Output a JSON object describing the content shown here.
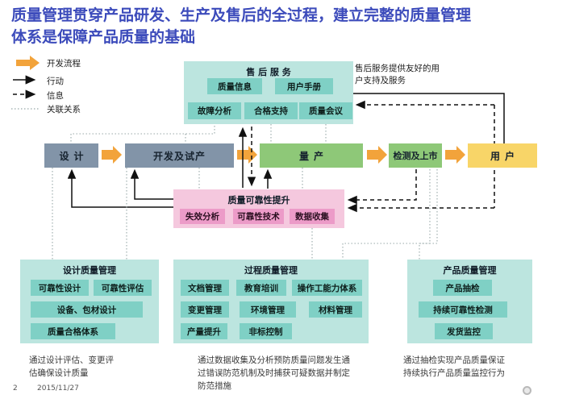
{
  "title": {
    "line1": "质量管理贯穿产品研发、生产及售后的全过程，建立完整的质量管理",
    "line2": "体系是保障产品质量的基础"
  },
  "legend": {
    "flow": "开发流程",
    "action": "行动",
    "info": "信息",
    "relation": "关联关系"
  },
  "after_sales": {
    "title": "售 后 服 务",
    "items": [
      "质量信息",
      "用户手册",
      "故障分析",
      "合格支持",
      "质量会议"
    ],
    "note": "售后服务提供友好的用\n户支持及服务"
  },
  "flow": {
    "stages": [
      "设计",
      "开发及试产",
      "量产",
      "检测及上市",
      "用户"
    ]
  },
  "reliability": {
    "title": "质量可靠性提升",
    "items": [
      "失效分析",
      "可靠性技术",
      "数据收集"
    ]
  },
  "design_qm": {
    "title": "设计质量管理",
    "items": [
      "可靠性设计",
      "可靠性评估",
      "设备、包材设计",
      "质量合格体系"
    ],
    "caption": "通过设计评估、变更评\n估确保设计质量"
  },
  "process_qm": {
    "title": "过程质量管理",
    "items": [
      "文档管理",
      "教育培训",
      "操作工能力体系",
      "变更管理",
      "环境管理",
      "材料管理",
      "产量提升",
      "非标控制"
    ],
    "caption": "通过数据收集及分析预防质量问题发生通\n过错误防范机制及时捕获可疑数据并制定\n防范措施"
  },
  "product_qm": {
    "title": "产品质量管理",
    "items": [
      "产品抽检",
      "持续可靠性检测",
      "发货监控"
    ],
    "caption": "通过抽检实现产品质量保证\n持续执行产品质量监控行为"
  },
  "footer": {
    "page": "2",
    "date": "2015/11/27"
  },
  "colors": {
    "title_blue": "#3c4bbb",
    "teal_box": "#bce5df",
    "teal_chip": "#7fd0c5",
    "slate": "#8294a8",
    "green": "#8ec878",
    "yellow": "#f8d568",
    "pink": "#f5c8de",
    "pink_chip": "#ec9bc8",
    "orange": "#f2a33b"
  }
}
